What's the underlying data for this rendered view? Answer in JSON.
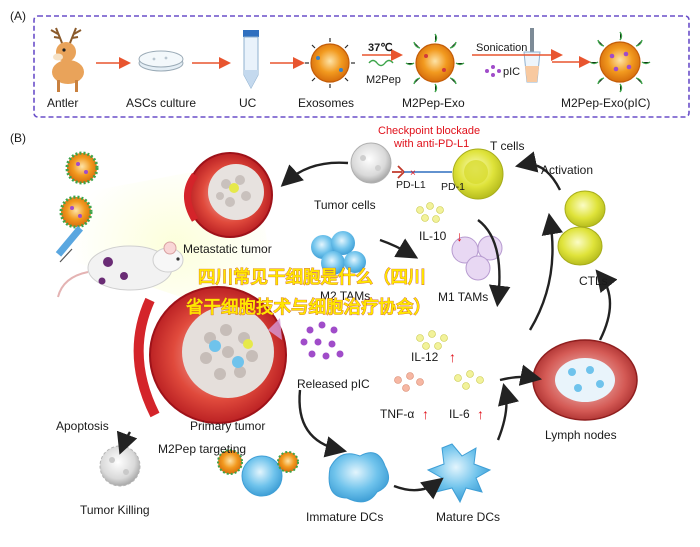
{
  "panel_a": {
    "label": "(A)",
    "steps": [
      "Antler",
      "ASCs culture",
      "UC",
      "Exosomes",
      "M2Pep-Exo",
      "M2Pep-Exo(pIC)"
    ],
    "temperature": "37℃",
    "reagent": "M2Pep",
    "sonication": "Sonication",
    "payload": "pIC"
  },
  "panel_b": {
    "label": "(B)",
    "checkpoint_line1": "Checkpoint blockade",
    "checkpoint_line2": "with anti-PD-L1",
    "t_cells": "T cells",
    "pd_l1": "PD-L1",
    "pd_1": "PD-1",
    "tumor_cells": "Tumor cells",
    "metastatic_tumor": "Metastatic tumor",
    "primary_tumor": "Primary tumor",
    "activation": "Activation",
    "ctls": "CTLs",
    "il10": "IL-10",
    "m2tams": "M2 TAMs",
    "m1tams": "M1 TAMs",
    "il12": "IL-12",
    "released_pic": "Released pIC",
    "tnf": "TNF-α",
    "il6": "IL-6",
    "lymph_nodes": "Lymph nodes",
    "apoptosis": "Apoptosis",
    "m2pep_targeting": "M2Pep targeting",
    "tumor_killing": "Tumor Killing",
    "immature_dcs": "Immature DCs",
    "mature_dcs": "Mature DCs",
    "down_arrow": "↓",
    "up_arrow": "↑"
  },
  "watermark": {
    "line1": "四川常见干细胞是什么（四川",
    "line2": "省干细胞技术与细胞治疗协会）"
  },
  "colors": {
    "border": "#6a4fc9",
    "arrow_red": "#e8552f",
    "tumor_red": "#d4242a",
    "exosome_orange": "#f29a1f",
    "cell_blue": "#6fc3ec",
    "cell_yellow": "#e6e94a",
    "pic_purple": "#a04cc9",
    "text_red": "#e0101a",
    "watermark_yellow": "#ffe600"
  }
}
